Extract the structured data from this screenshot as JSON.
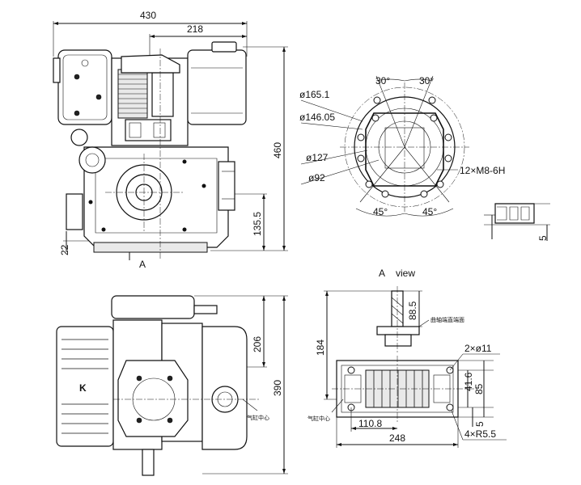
{
  "front_view": {
    "width_label": "430",
    "half_width_label": "218",
    "height_label": "460",
    "shaft_height_label": "135.5",
    "base_label": "22",
    "section_marker": "A"
  },
  "flange_view": {
    "d1": "ø165.1",
    "d2": "ø146.05",
    "d3": "ø127",
    "d4": "ø92",
    "angle_top_left": "30°",
    "angle_top_right": "30°",
    "angle_bottom_left": "45°",
    "angle_bottom_right": "45°",
    "thread": "12×M8-6H",
    "detail_dim": "5"
  },
  "plan_view": {
    "dim_206": "206",
    "dim_390": "390",
    "cn_note": "气缸中心"
  },
  "a_view": {
    "title": "A",
    "title_suffix": "view",
    "dim_88_5": "88.5",
    "dim_184": "184",
    "shaft_note": "曲轴端直端面",
    "cn_note": "气缸中心",
    "holes": "2×ø11",
    "dim_41_6": "41.6",
    "dim_85": "85",
    "dim_110_8": "110.8",
    "dim_5": "5",
    "dim_248": "248",
    "radius": "4×R5.5"
  }
}
